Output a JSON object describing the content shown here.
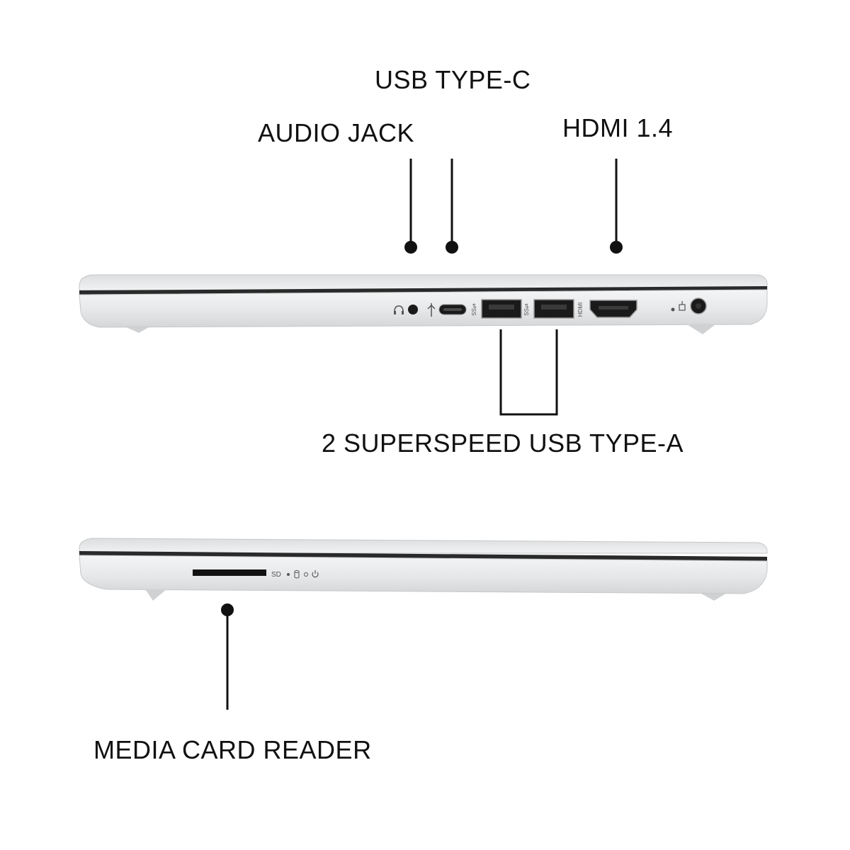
{
  "right_side_view": {
    "callouts": {
      "usb_type_c": "USB TYPE-C",
      "audio_jack": "AUDIO JACK",
      "hdmi": "HDMI 1.4",
      "usb_type_a": "2 SUPERSPEED USB TYPE-A"
    },
    "port_marks": {
      "hdmi_text": "HDMI"
    }
  },
  "left_side_view": {
    "callouts": {
      "media_card_reader": "MEDIA CARD READER"
    },
    "port_marks": {
      "sd_text": "SD"
    }
  },
  "colors": {
    "ink": "#111111",
    "chassis": "#e9eaeb",
    "chassis_shadow": "#c9cbcd",
    "bezel": "#2a2a2a",
    "port": "#1a1a1a"
  }
}
